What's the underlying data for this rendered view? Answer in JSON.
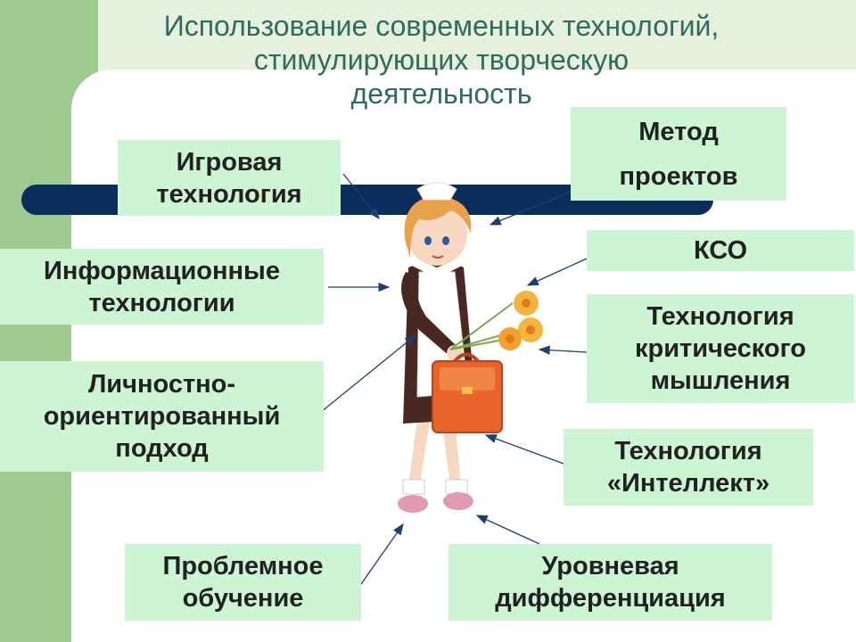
{
  "title": {
    "line1": "Использование современных технологий,",
    "line2": "стимулирующих творческую",
    "line3": "деятельность"
  },
  "boxes": {
    "game": {
      "line1": "Игровая",
      "line2": "технология"
    },
    "projects": {
      "line1": "Метод",
      "line2": "проектов"
    },
    "kso": {
      "line1": "КСО"
    },
    "info": {
      "line1": "Информационные",
      "line2": "технологии"
    },
    "critical": {
      "line1": "Технология",
      "line2": "критического",
      "line3": "мышления"
    },
    "personal": {
      "line1": "Личностно-",
      "line2": "ориентированный",
      "line3": "подход"
    },
    "intellect": {
      "line1": "Технология",
      "line2": "«Интеллект»"
    },
    "problem": {
      "line1": "Проблемное",
      "line2": "обучение"
    },
    "levels": {
      "line1": "Уровневая",
      "line2": "дифференциация"
    }
  },
  "colors": {
    "box_fill": "#cdf5d4",
    "title_text": "#2f6b5e",
    "bar": "#0b2d5e",
    "side_green": "#9ec98f",
    "arrow": "#1f3f73"
  },
  "illustration": "schoolgirl-with-briefcase-and-flowers"
}
